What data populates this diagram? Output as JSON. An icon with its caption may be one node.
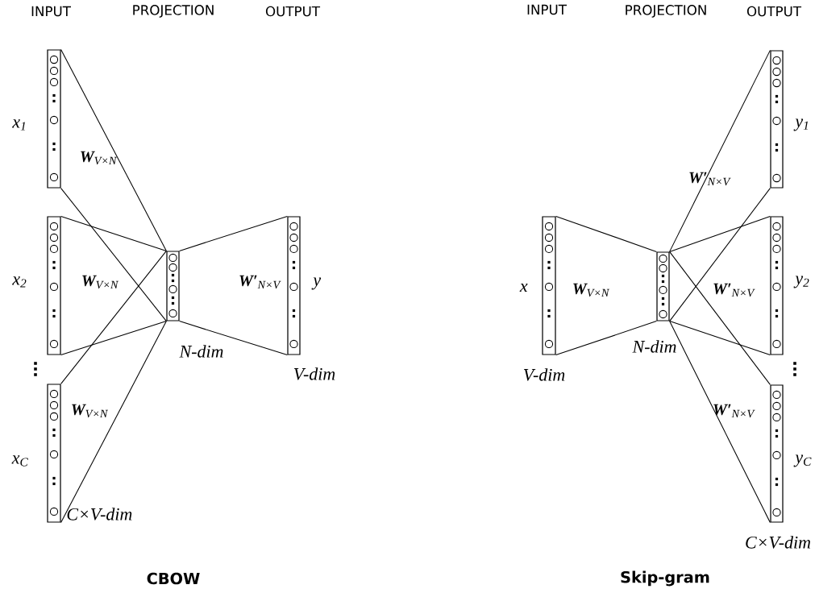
{
  "diagram": {
    "nodes": [
      {
        "text": [],
        "shape": "bar",
        "beside": [
          "x$_{1}$"
        ]
      },
      {
        "text": [],
        "shape": "bar",
        "beside": [
          "x$_{2}$"
        ]
      },
      {
        "text": [],
        "shape": "bar",
        "beside": [
          "x$_{C}$",
          "*C*×*V*-dim"
        ]
      },
      {
        "text": [],
        "shape": "bar",
        "beside": [
          "*N*-dim"
        ]
      },
      {
        "text": [],
        "shape": "bar",
        "beside": [
          "y",
          "*V*-dim"
        ]
      },
      {
        "text": [],
        "shape": "bar",
        "beside": [
          "x",
          "*V*-dim"
        ]
      },
      {
        "text": [],
        "shape": "bar",
        "beside": [
          "*N*-dim"
        ]
      },
      {
        "text": [],
        "shape": "bar",
        "beside": [
          "y$_{1}$"
        ]
      },
      {
        "text": [],
        "shape": "bar",
        "beside": [
          "y$_{2}$"
        ]
      },
      {
        "text": [],
        "shape": "bar",
        "beside": [
          "y$_{C}$",
          "*C*×*V*-dim"
        ]
      }
    ],
    "edges": [
      {
        "from": 0,
        "to": 3,
        "arrow": "none"
      },
      {
        "from": 0,
        "to": 3,
        "arrow": "none"
      },
      {
        "from": 1,
        "to": 3,
        "arrow": "none"
      },
      {
        "from": 1,
        "to": 3,
        "arrow": "none"
      },
      {
        "from": 2,
        "to": 3,
        "arrow": "none"
      },
      {
        "from": 2,
        "to": 3,
        "arrow": "none"
      },
      {
        "from": 3,
        "to": 4,
        "arrow": "none"
      },
      {
        "from": 3,
        "to": 4,
        "arrow": "none"
      },
      {
        "from": 5,
        "to": 6,
        "arrow": "none"
      },
      {
        "from": 5,
        "to": 6,
        "arrow": "none"
      },
      {
        "from": 6,
        "to": 7,
        "arrow": "none"
      },
      {
        "from": 6,
        "to": 7,
        "arrow": "none"
      },
      {
        "from": 6,
        "to": 8,
        "arrow": "none"
      },
      {
        "from": 6,
        "to": 8,
        "arrow": "none"
      },
      {
        "from": 6,
        "to": 9,
        "arrow": "none"
      },
      {
        "from": 6,
        "to": 9,
        "arrow": "none"
      }
    ],
    "labels": [
      "INPUT",
      "PROJECTION",
      "OUTPUT",
      "INPUT",
      "PROJECTION",
      "OUTPUT",
      "**W**$_{V×N}$",
      "**W′**$_{N×V}$",
      "**W**$_{V×N}$",
      "**W′**$_{N×V}$",
      "**W**$_{V×N}$",
      "**W′**$_{N×V}$",
      "**W**$_{V×N}$",
      "**W′**$_{N×V}$",
      "CBOW",
      "Skip-gram"
    ]
  }
}
